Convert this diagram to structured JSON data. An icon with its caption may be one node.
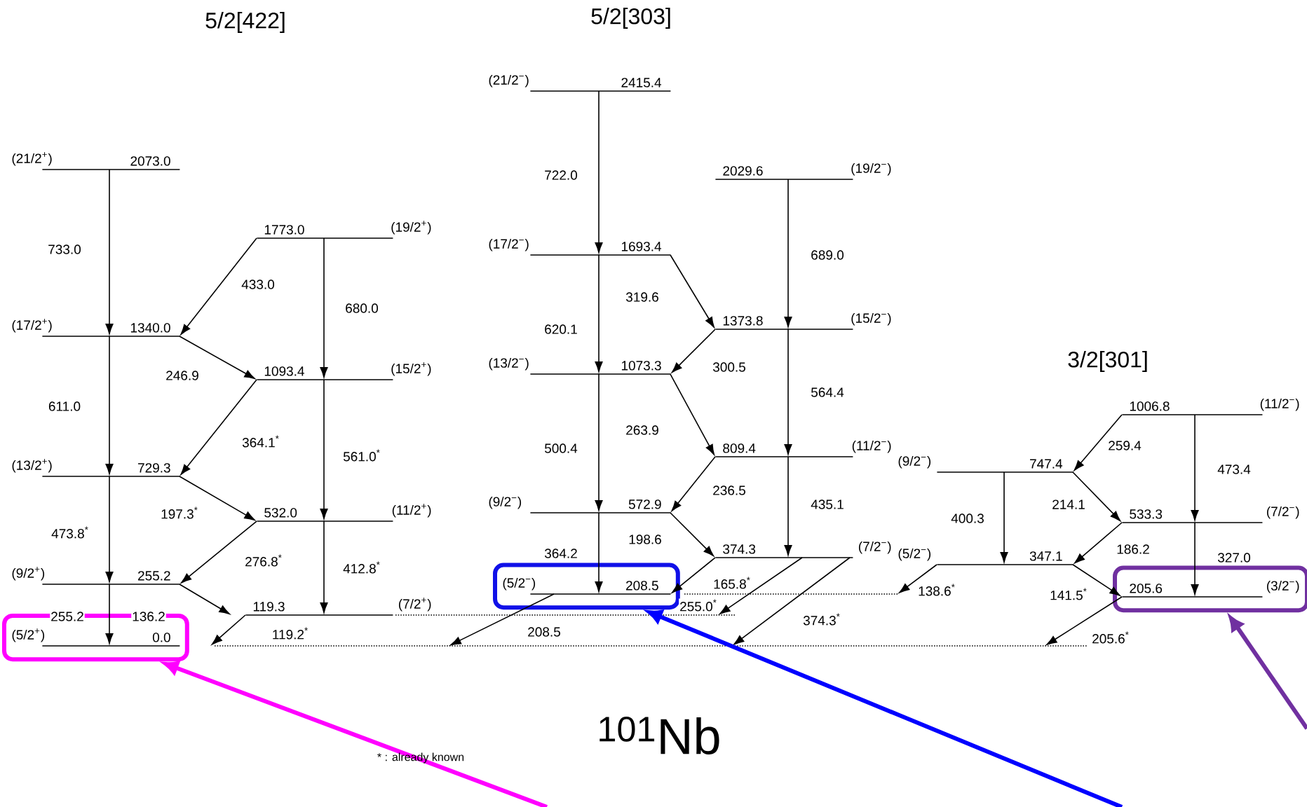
{
  "diagram": {
    "title": "$^{101}$Nb",
    "nodes": [
      {
        "text": [
          "(21/2$^{+}$)",
          "2073.0"
        ]
      },
      {
        "text": [
          "1773.0",
          "(19/2$^{+}$)"
        ]
      },
      {
        "text": [
          "(17/2$^{+}$)",
          "1340.0"
        ]
      },
      {
        "text": [
          "1093.4",
          "(15/2$^{+}$)"
        ]
      },
      {
        "text": [
          "(13/2$^{+}$)",
          "729.3"
        ]
      },
      {
        "text": [
          "532.0",
          "(11/2$^{+}$)"
        ]
      },
      {
        "text": [
          "(9/2$^{+}$)",
          "255.2"
        ]
      },
      {
        "text": [
          "119.3",
          "(7/2$^{+}$)"
        ]
      },
      {
        "text": [
          "(5/2$^{+}$)",
          "0.0"
        ],
        "in": 23
      },
      {
        "text": [
          "(21/2$^{−}$)",
          "2415.4"
        ]
      },
      {
        "text": [
          "2029.6",
          "(19/2$^{−}$)"
        ]
      },
      {
        "text": [
          "(17/2$^{−}$)",
          "1693.4"
        ]
      },
      {
        "text": [
          "1373.8",
          "(15/2$^{−}$)"
        ]
      },
      {
        "text": [
          "(13/2$^{−}$)",
          "1073.3"
        ]
      },
      {
        "text": [
          "809.4",
          "(11/2$^{−}$)"
        ]
      },
      {
        "text": [
          "(9/2$^{−}$)",
          "572.9"
        ]
      },
      {
        "text": [
          "374.3",
          "(7/2$^{−}$)"
        ]
      },
      {
        "text": [
          "(5/2$^{−}$)",
          "208.5"
        ],
        "in": 24
      },
      {
        "text": [
          "1006.8",
          "(11/2$^{−}$)"
        ]
      },
      {
        "text": [
          "(9/2$^{−}$)",
          "747.4"
        ]
      },
      {
        "text": [
          "533.3",
          "(7/2$^{−}$)"
        ]
      },
      {
        "text": [
          "(5/2$^{−}$)",
          "347.1"
        ]
      },
      {
        "text": [
          "205.6",
          "(3/2$^{−}$)"
        ],
        "in": 25
      },
      {
        "text": [],
        "shape": "box"
      },
      {
        "text": [],
        "shape": "box"
      },
      {
        "text": [],
        "shape": "box"
      },
      {
        "text": [],
        "shape": "line"
      },
      {
        "text": [],
        "shape": "line"
      },
      {
        "text": [],
        "shape": "line"
      }
    ],
    "edges": [
      {
        "from": 0,
        "to": 2,
        "arrow": "to",
        "label": "733.0"
      },
      {
        "from": 2,
        "to": 4,
        "arrow": "to",
        "label": "611.0"
      },
      {
        "from": 4,
        "to": 6,
        "arrow": "to",
        "label": "473.8$^{*}$"
      },
      {
        "from": 6,
        "to": 8,
        "arrow": "to",
        "label": "255.2"
      },
      {
        "from": 1,
        "to": 2,
        "arrow": "to",
        "label": "433.0"
      },
      {
        "from": 1,
        "to": 3,
        "arrow": "to",
        "label": "680.0"
      },
      {
        "from": 2,
        "to": 3,
        "arrow": "to",
        "label": "246.9"
      },
      {
        "from": 3,
        "to": 4,
        "arrow": "to",
        "label": "364.1$^{*}$"
      },
      {
        "from": 3,
        "to": 5,
        "arrow": "to",
        "label": "561.0$^{*}$"
      },
      {
        "from": 4,
        "to": 5,
        "arrow": "to",
        "label": "197.3$^{*}$"
      },
      {
        "from": 5,
        "to": 6,
        "arrow": "to",
        "label": "276.8$^{*}$"
      },
      {
        "from": 5,
        "to": 7,
        "arrow": "to",
        "label": "412.8$^{*}$"
      },
      {
        "from": 6,
        "to": 7,
        "arrow": "to",
        "label": "136.2"
      },
      {
        "from": 7,
        "to": 27,
        "arrow": "to",
        "label": "119.2$^{*}$"
      },
      {
        "from": 9,
        "to": 11,
        "arrow": "to",
        "label": "722.0"
      },
      {
        "from": 11,
        "to": 13,
        "arrow": "to",
        "label": "620.1"
      },
      {
        "from": 13,
        "to": 15,
        "arrow": "to",
        "label": "500.4"
      },
      {
        "from": 15,
        "to": 17,
        "arrow": "to",
        "label": "364.2"
      },
      {
        "from": 10,
        "to": 12,
        "arrow": "to",
        "label": "689.0"
      },
      {
        "from": 12,
        "to": 14,
        "arrow": "to",
        "label": "564.4"
      },
      {
        "from": 14,
        "to": 16,
        "arrow": "to",
        "label": "435.1"
      },
      {
        "from": 11,
        "to": 12,
        "arrow": "to",
        "label": "319.6"
      },
      {
        "from": 12,
        "to": 13,
        "arrow": "to",
        "label": "300.5"
      },
      {
        "from": 13,
        "to": 14,
        "arrow": "to",
        "label": "263.9"
      },
      {
        "from": 14,
        "to": 15,
        "arrow": "to",
        "label": "236.5"
      },
      {
        "from": 15,
        "to": 16,
        "arrow": "to",
        "label": "198.6"
      },
      {
        "from": 16,
        "to": 17,
        "arrow": "to",
        "label": "165.8$^{*}$"
      },
      {
        "from": 17,
        "to": 27,
        "arrow": "to",
        "label": "208.5"
      },
      {
        "from": 16,
        "to": 26,
        "arrow": "to",
        "label": "255.0$^{*}$"
      },
      {
        "from": 16,
        "to": 27,
        "arrow": "to",
        "label": "374.3$^{*}$"
      },
      {
        "from": 18,
        "to": 19,
        "arrow": "to",
        "label": "259.4"
      },
      {
        "from": 18,
        "to": 20,
        "arrow": "to",
        "label": "473.4"
      },
      {
        "from": 19,
        "to": 21,
        "arrow": "to",
        "label": "400.3"
      },
      {
        "from": 19,
        "to": 20,
        "arrow": "to",
        "label": "214.1"
      },
      {
        "from": 20,
        "to": 21,
        "arrow": "to",
        "label": "186.2"
      },
      {
        "from": 20,
        "to": 22,
        "arrow": "to",
        "label": "327.0"
      },
      {
        "from": 21,
        "to": 22,
        "arrow": "to",
        "label": "141.5$^{*}$"
      },
      {
        "from": 21,
        "to": 28,
        "arrow": "to",
        "label": "138.6$^{*}$"
      },
      {
        "from": 22,
        "to": 27,
        "arrow": "to",
        "label": "205.6$^{*}$"
      },
      {
        "from": null,
        "to": 23,
        "arrow": "to",
        "style": "thick",
        "color": "#ff00ff"
      },
      {
        "from": null,
        "to": 24,
        "arrow": "to",
        "style": "thick",
        "color": "#0000ff"
      },
      {
        "from": null,
        "to": 25,
        "arrow": "to",
        "style": "thick",
        "color": "#7030a0"
      }
    ],
    "labels": [
      "5/2[422]",
      "5/2[303]",
      "3/2[301]",
      "* : already known"
    ]
  }
}
